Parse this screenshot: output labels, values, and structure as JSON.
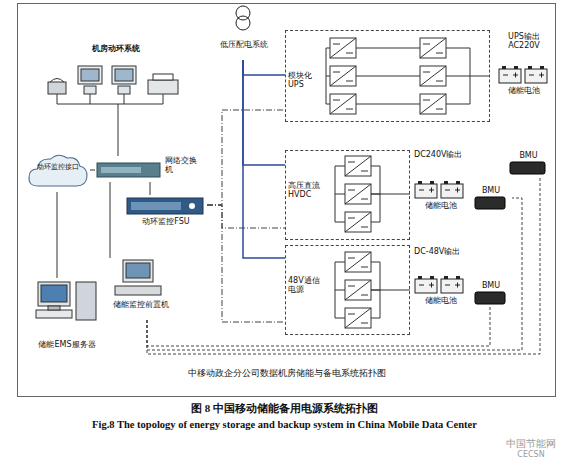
{
  "diagram": {
    "caption": "图 8 中国移动储能备用电源系统拓扑图",
    "nodes": [
      {
        "text": [
          "中移动政企分公司数据机房储能与备电系统拓扑图"
        ]
      },
      {
        "text": [
          "低压配电系统"
        ],
        "in": 0
      },
      {
        "text": [
          "模块化UPS"
        ],
        "in": 0
      },
      {
        "text": [
          "高压直流HVDC"
        ],
        "in": 0
      },
      {
        "text": [
          "48V通信电源"
        ],
        "in": 0
      },
      {
        "text": [
          "机房动环系统"
        ],
        "in": 0
      },
      {
        "text": [
          "网络交换机"
        ],
        "in": 0
      },
      {
        "text": [
          "动环监控接口"
        ],
        "in": 0
      },
      {
        "text": [
          "动环监控FSU"
        ],
        "in": 0
      },
      {
        "text": [
          "储能EMS服务器"
        ],
        "in": 0
      },
      {
        "text": [
          "储能监控前置机"
        ],
        "in": 0
      },
      {
        "text": [
          "BMU"
        ],
        "in": 0
      },
      {
        "text": [
          "BMU"
        ],
        "in": 0
      },
      {
        "text": [
          "BMU"
        ],
        "in": 0
      }
    ],
    "edges": [
      {
        "from": 1,
        "to": 2,
        "arrow": "none"
      },
      {
        "from": 1,
        "to": 3,
        "arrow": "none"
      },
      {
        "from": 1,
        "to": 4,
        "arrow": "none"
      },
      {
        "from": 5,
        "to": 6,
        "arrow": "none"
      },
      {
        "from": 6,
        "to": 7,
        "arrow": "none"
      },
      {
        "from": 6,
        "to": 8,
        "arrow": "none"
      },
      {
        "from": 7,
        "to": 9,
        "arrow": "none"
      },
      {
        "from": 6,
        "to": 10,
        "arrow": "none"
      },
      {
        "from": 8,
        "to": 2,
        "arrow": "none"
      },
      {
        "from": 8,
        "to": 3,
        "arrow": "none"
      },
      {
        "from": 8,
        "to": 4,
        "arrow": "none"
      },
      {
        "from": 10,
        "to": 11,
        "arrow": "none"
      },
      {
        "from": 10,
        "to": 12,
        "arrow": "none"
      },
      {
        "from": 10,
        "to": 13,
        "arrow": "none"
      }
    ],
    "labels": [
      "UPS输出 AC220V",
      "储能电池",
      "DC240V输出",
      "储能电池",
      "DC-48V输出",
      "储能电池",
      "Fig.8 The topology of energy storage and backup system in China Mobile Data Center",
      "中国节能网",
      "CECSN"
    ]
  }
}
